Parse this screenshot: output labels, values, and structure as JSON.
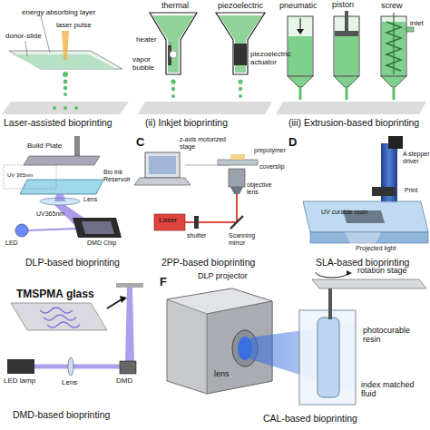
{
  "diagram": {
    "labels": [
      "energy absorbing layer",
      "laser pulse",
      "donor-slide",
      "Laser-assisted bioprinting",
      "thermal",
      "piezoelectric",
      "heater",
      "vapor bubble",
      "piezoelectric actuator",
      "(ii) Inkjet bioprinting",
      "pneumatic",
      "piston",
      "screw",
      "inlet",
      "(iii) Extrusion-based bioprinting",
      "Build Plate",
      "Bio ink Reservoir",
      "Lens",
      "UV 365nm",
      "UV365nm",
      "LED",
      "DMD Chip",
      "DLP-based bioprinting",
      "C",
      "z-axis motorized stage",
      "prepolymer",
      "coverslip",
      "objective lens",
      "Laser",
      "shutter",
      "Scanning mirror",
      "2PP-based bioprinting",
      "D",
      "A stepper driver",
      "Print",
      "UV curable resin",
      "Projected light",
      "SLA-based bioprinting",
      "TMSPMA glass",
      "LED lamp",
      "Lens",
      "DMD",
      "DMD-based bioprinting",
      "F",
      "DLP projector",
      "rotation stage",
      "lens",
      "photocurable resin",
      "index matched fluid",
      "CAL-based bioprinting"
    ]
  }
}
